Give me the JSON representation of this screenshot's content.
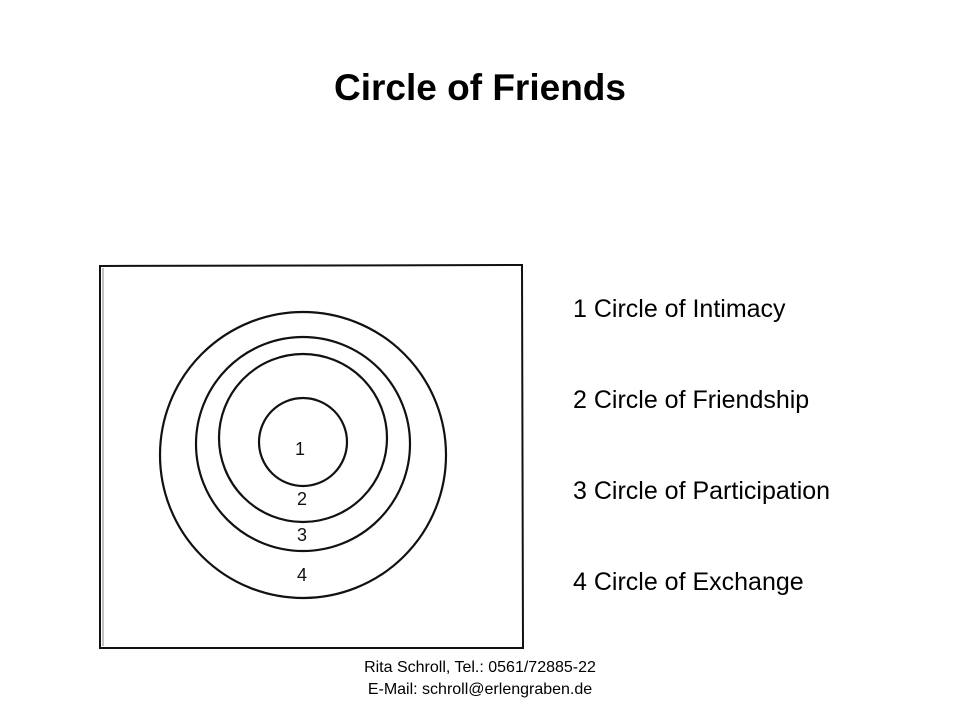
{
  "slide": {
    "title": "Circle of Friends"
  },
  "diagram": {
    "ring_labels": [
      "1",
      "2",
      "3",
      "4"
    ]
  },
  "legend": {
    "items": [
      "1 Circle of Intimacy",
      "2 Circle of Friendship",
      "3 Circle of Participation",
      "4 Circle of Exchange"
    ]
  },
  "footer": {
    "contact_line": "Rita Schroll, Tel.: 0561/72885-22",
    "email_line": "E-Mail: schroll@erlengraben.de"
  }
}
